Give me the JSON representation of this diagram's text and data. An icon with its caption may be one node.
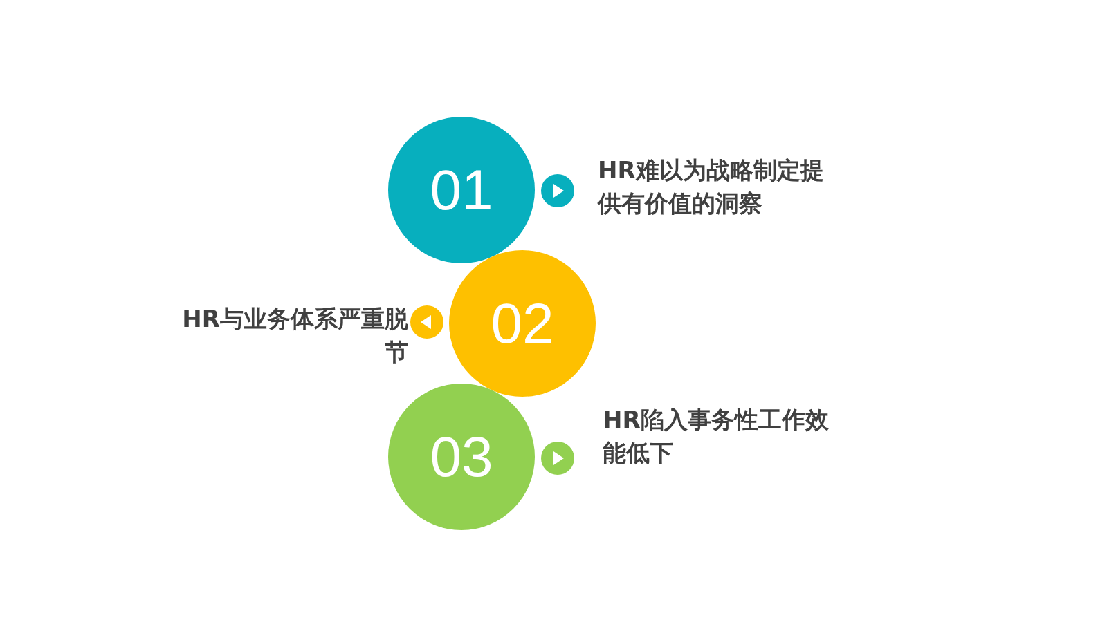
{
  "diagram": {
    "nodes": [
      {
        "text": [
          "01"
        ]
      },
      {
        "text": [
          "HR难以为战略制定提供有价值的洞察"
        ]
      },
      {
        "text": [
          "02"
        ]
      },
      {
        "text": [
          "HR与业务体系严重脱节"
        ]
      },
      {
        "text": [
          "03"
        ]
      },
      {
        "text": [
          "HR陷入事务性工作效能低下"
        ]
      }
    ]
  }
}
